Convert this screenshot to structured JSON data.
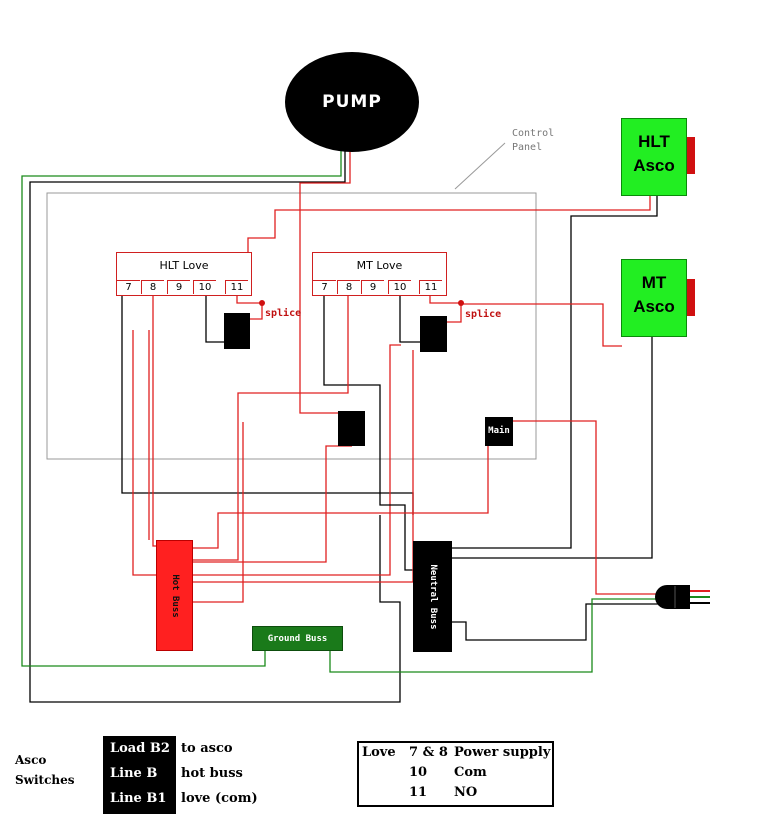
{
  "pump": {
    "label": "PUMP"
  },
  "control_panel": {
    "label_line1": "Control",
    "label_line2": "Panel"
  },
  "asco_units": [
    {
      "line1": "HLT",
      "line2": "Asco"
    },
    {
      "line1": "MT",
      "line2": "Asco"
    }
  ],
  "relays": [
    {
      "title": "HLT Love",
      "terminals": [
        "7",
        "8",
        "9",
        "10",
        "11"
      ],
      "splice": "splice"
    },
    {
      "title": "MT  Love",
      "terminals": [
        "7",
        "8",
        "9",
        "10",
        "11"
      ],
      "splice": "splice"
    }
  ],
  "busses": {
    "hot": "Hot Buss",
    "neutral": "Neutral Buss",
    "ground": "Ground Buss"
  },
  "main_switch": {
    "label": "Main"
  },
  "legend": {
    "title_line1": "Asco",
    "title_line2": "Switches",
    "rows": [
      {
        "term": "Load B2",
        "desc": "to asco"
      },
      {
        "term": "Line B",
        "desc": "hot buss"
      },
      {
        "term": "Line B1",
        "desc": "love (com)"
      }
    ]
  },
  "love_table": {
    "header_label": "Love",
    "rows": [
      {
        "pins": "7 & 8",
        "function": "Power supply"
      },
      {
        "pins": "10",
        "function": "Com"
      },
      {
        "pins": "11",
        "function": "NO"
      }
    ]
  },
  "colors": {
    "hot_wire": "#e02020",
    "neutral_wire": "#000000",
    "ground_wire": "#1a8a1a",
    "asco": "#22ee22",
    "hot_buss": "#ff2020",
    "panel_outline": "#999999"
  }
}
